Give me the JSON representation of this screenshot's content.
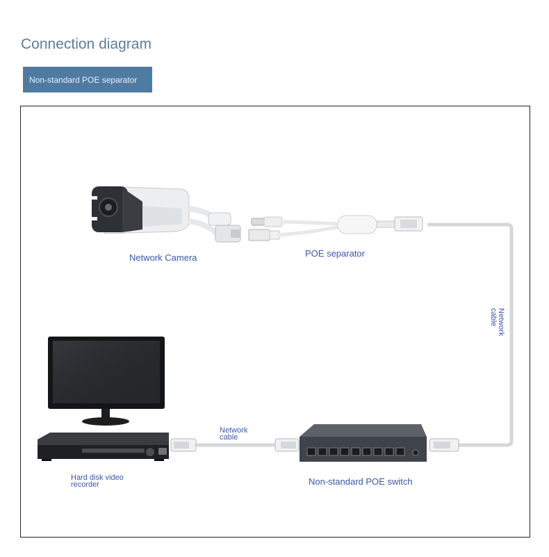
{
  "header": {
    "title": "Connection diagram",
    "badge": "Non-standard POE separator"
  },
  "labels": {
    "camera": "Network Camera",
    "separator": "POE separator",
    "cable_right": [
      "Network",
      "cable"
    ],
    "cable_bottom": [
      "Network",
      "cable"
    ],
    "recorder": [
      "Hard disk video",
      "recorder"
    ],
    "switch": "Non-standard POE switch"
  },
  "colors": {
    "title": "#5c7d96",
    "badge_bg": "#4f7ba3",
    "label_text": "#3b57a7",
    "cable": "#d6d8d8"
  }
}
